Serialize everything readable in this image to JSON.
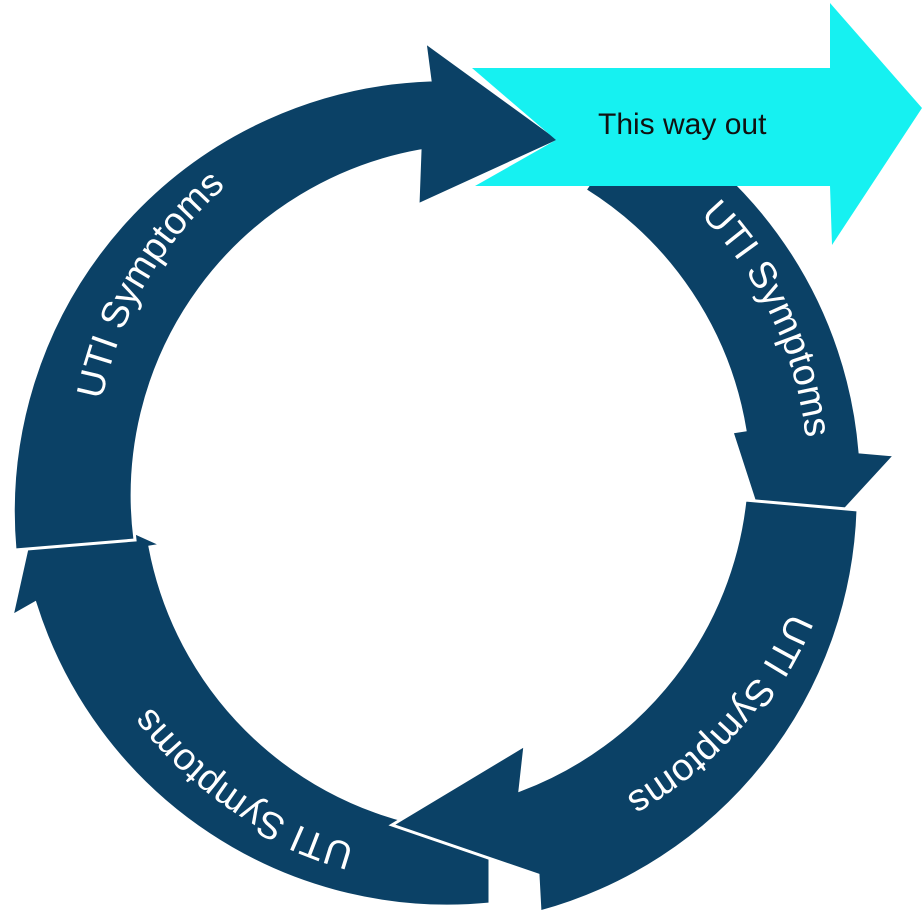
{
  "colors": {
    "cycle_arrow": "#0b4166",
    "exit_arrow": "#16f1f1",
    "background": "#ffffff"
  },
  "cycle": {
    "segments": [
      {
        "label": "UTI Symptoms"
      },
      {
        "label": "UTI Symptoms"
      },
      {
        "label": "UTI Symptoms"
      },
      {
        "label": "UTI Symptoms"
      }
    ]
  },
  "exit": {
    "label": "This way out"
  }
}
